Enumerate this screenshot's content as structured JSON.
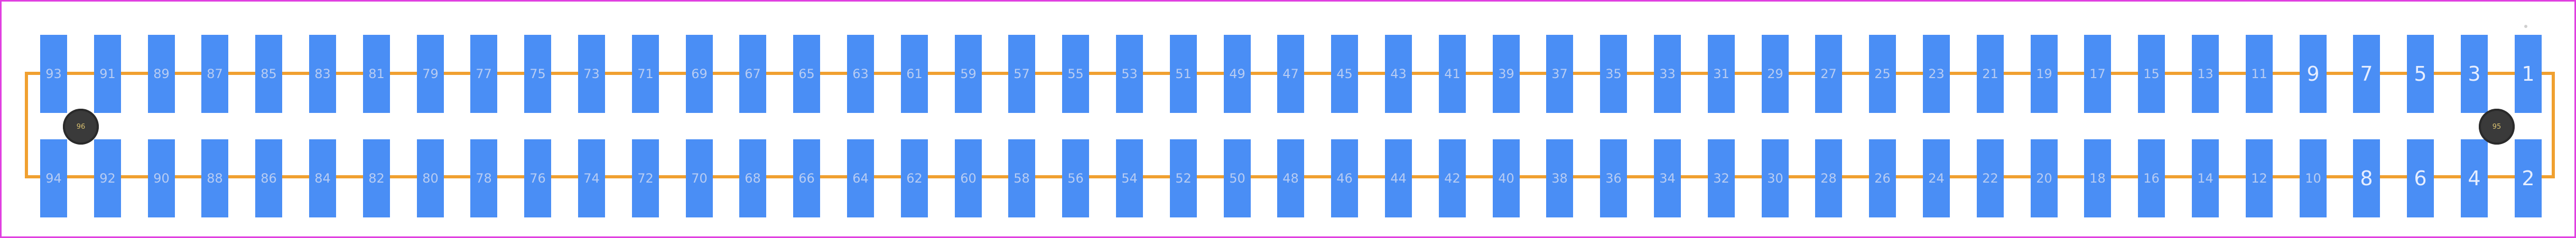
{
  "diagram": {
    "colors": {
      "border": "#e040e0",
      "pad": "#4a8ef5",
      "rail": "#f0a030",
      "hole": "#3a3a3a",
      "pad_label": "#b7ccf3"
    },
    "top_row": [
      "93",
      "91",
      "89",
      "87",
      "85",
      "83",
      "81",
      "79",
      "77",
      "75",
      "73",
      "71",
      "69",
      "67",
      "65",
      "63",
      "61",
      "59",
      "57",
      "55",
      "53",
      "51",
      "49",
      "47",
      "45",
      "43",
      "41",
      "39",
      "37",
      "35",
      "33",
      "31",
      "29",
      "27",
      "25",
      "23",
      "21",
      "19",
      "17",
      "15",
      "13",
      "11",
      "9",
      "7",
      "5",
      "3",
      "1"
    ],
    "bottom_row": [
      "94",
      "92",
      "90",
      "88",
      "86",
      "84",
      "82",
      "80",
      "78",
      "76",
      "74",
      "72",
      "70",
      "68",
      "66",
      "64",
      "62",
      "60",
      "58",
      "56",
      "54",
      "52",
      "50",
      "48",
      "46",
      "44",
      "42",
      "40",
      "38",
      "36",
      "34",
      "32",
      "30",
      "28",
      "26",
      "24",
      "22",
      "20",
      "18",
      "16",
      "14",
      "12",
      "10",
      "8",
      "6",
      "4",
      "2"
    ],
    "mounting_holes": [
      {
        "label": "96",
        "icon": "mounting-hole-icon"
      },
      {
        "label": "95",
        "icon": "mounting-hole-icon"
      }
    ]
  }
}
